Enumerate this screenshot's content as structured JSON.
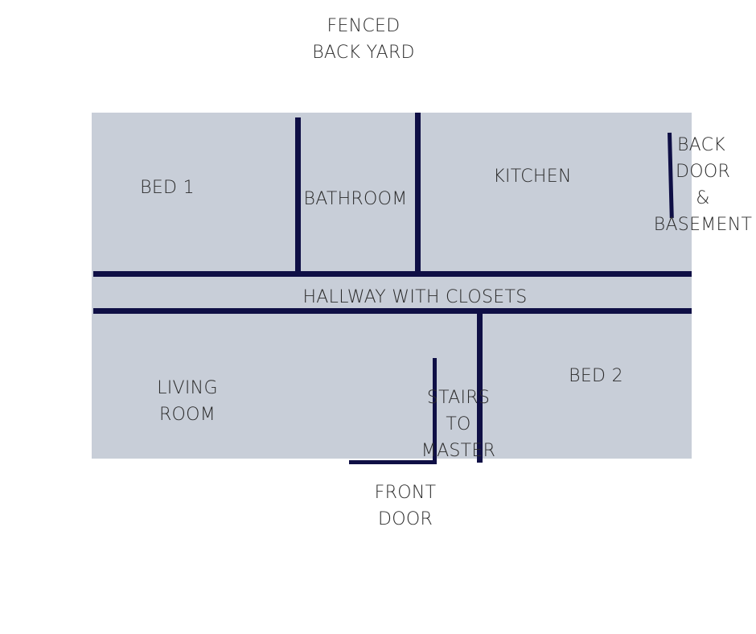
{
  "outside": {
    "back_yard": [
      "FENCED",
      "BACK YARD"
    ],
    "front_door": [
      "FRONT",
      "DOOR"
    ],
    "back_door": [
      "BACK",
      "DOOR",
      "&",
      "BASEMENT"
    ]
  },
  "rooms": {
    "bed1": "BED 1",
    "bathroom": "BATHROOM",
    "kitchen": "KITCHEN",
    "hallway": "HALLWAY WITH CLOSETS",
    "living_room": [
      "LIVING",
      "ROOM"
    ],
    "stairs": [
      "STAIRS",
      "TO",
      "MASTER"
    ],
    "bed2": "BED 2"
  },
  "colors": {
    "floor": "#c8ced8",
    "wall": "#0f0f45",
    "text": "#2b2b2b"
  }
}
